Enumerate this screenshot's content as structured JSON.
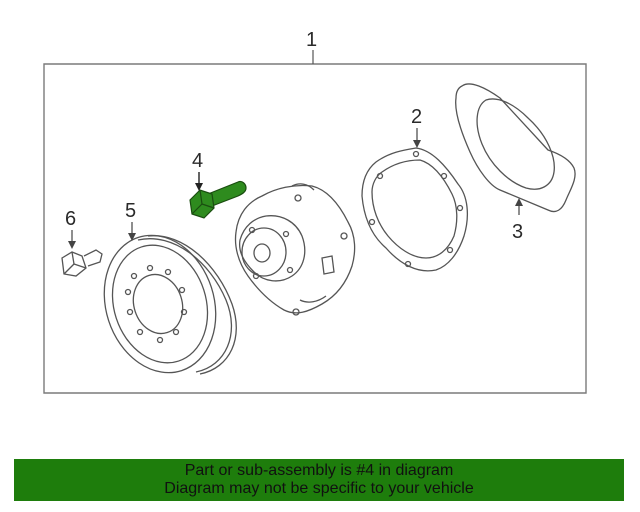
{
  "diagram": {
    "callouts": {
      "c1": "1",
      "c2": "2",
      "c3": "3",
      "c4": "4",
      "c5": "5",
      "c6": "6"
    },
    "highlight_color": "#2e8b1e",
    "parts": [
      "assembly-frame",
      "gasket",
      "cover-plate",
      "bolt",
      "pulley",
      "fastener",
      "water-pump-housing"
    ]
  },
  "banner": {
    "line1": "Part or sub-assembly is #4 in diagram",
    "line2": "Diagram may not be specific to your vehicle",
    "background": "#1e7d0c"
  }
}
